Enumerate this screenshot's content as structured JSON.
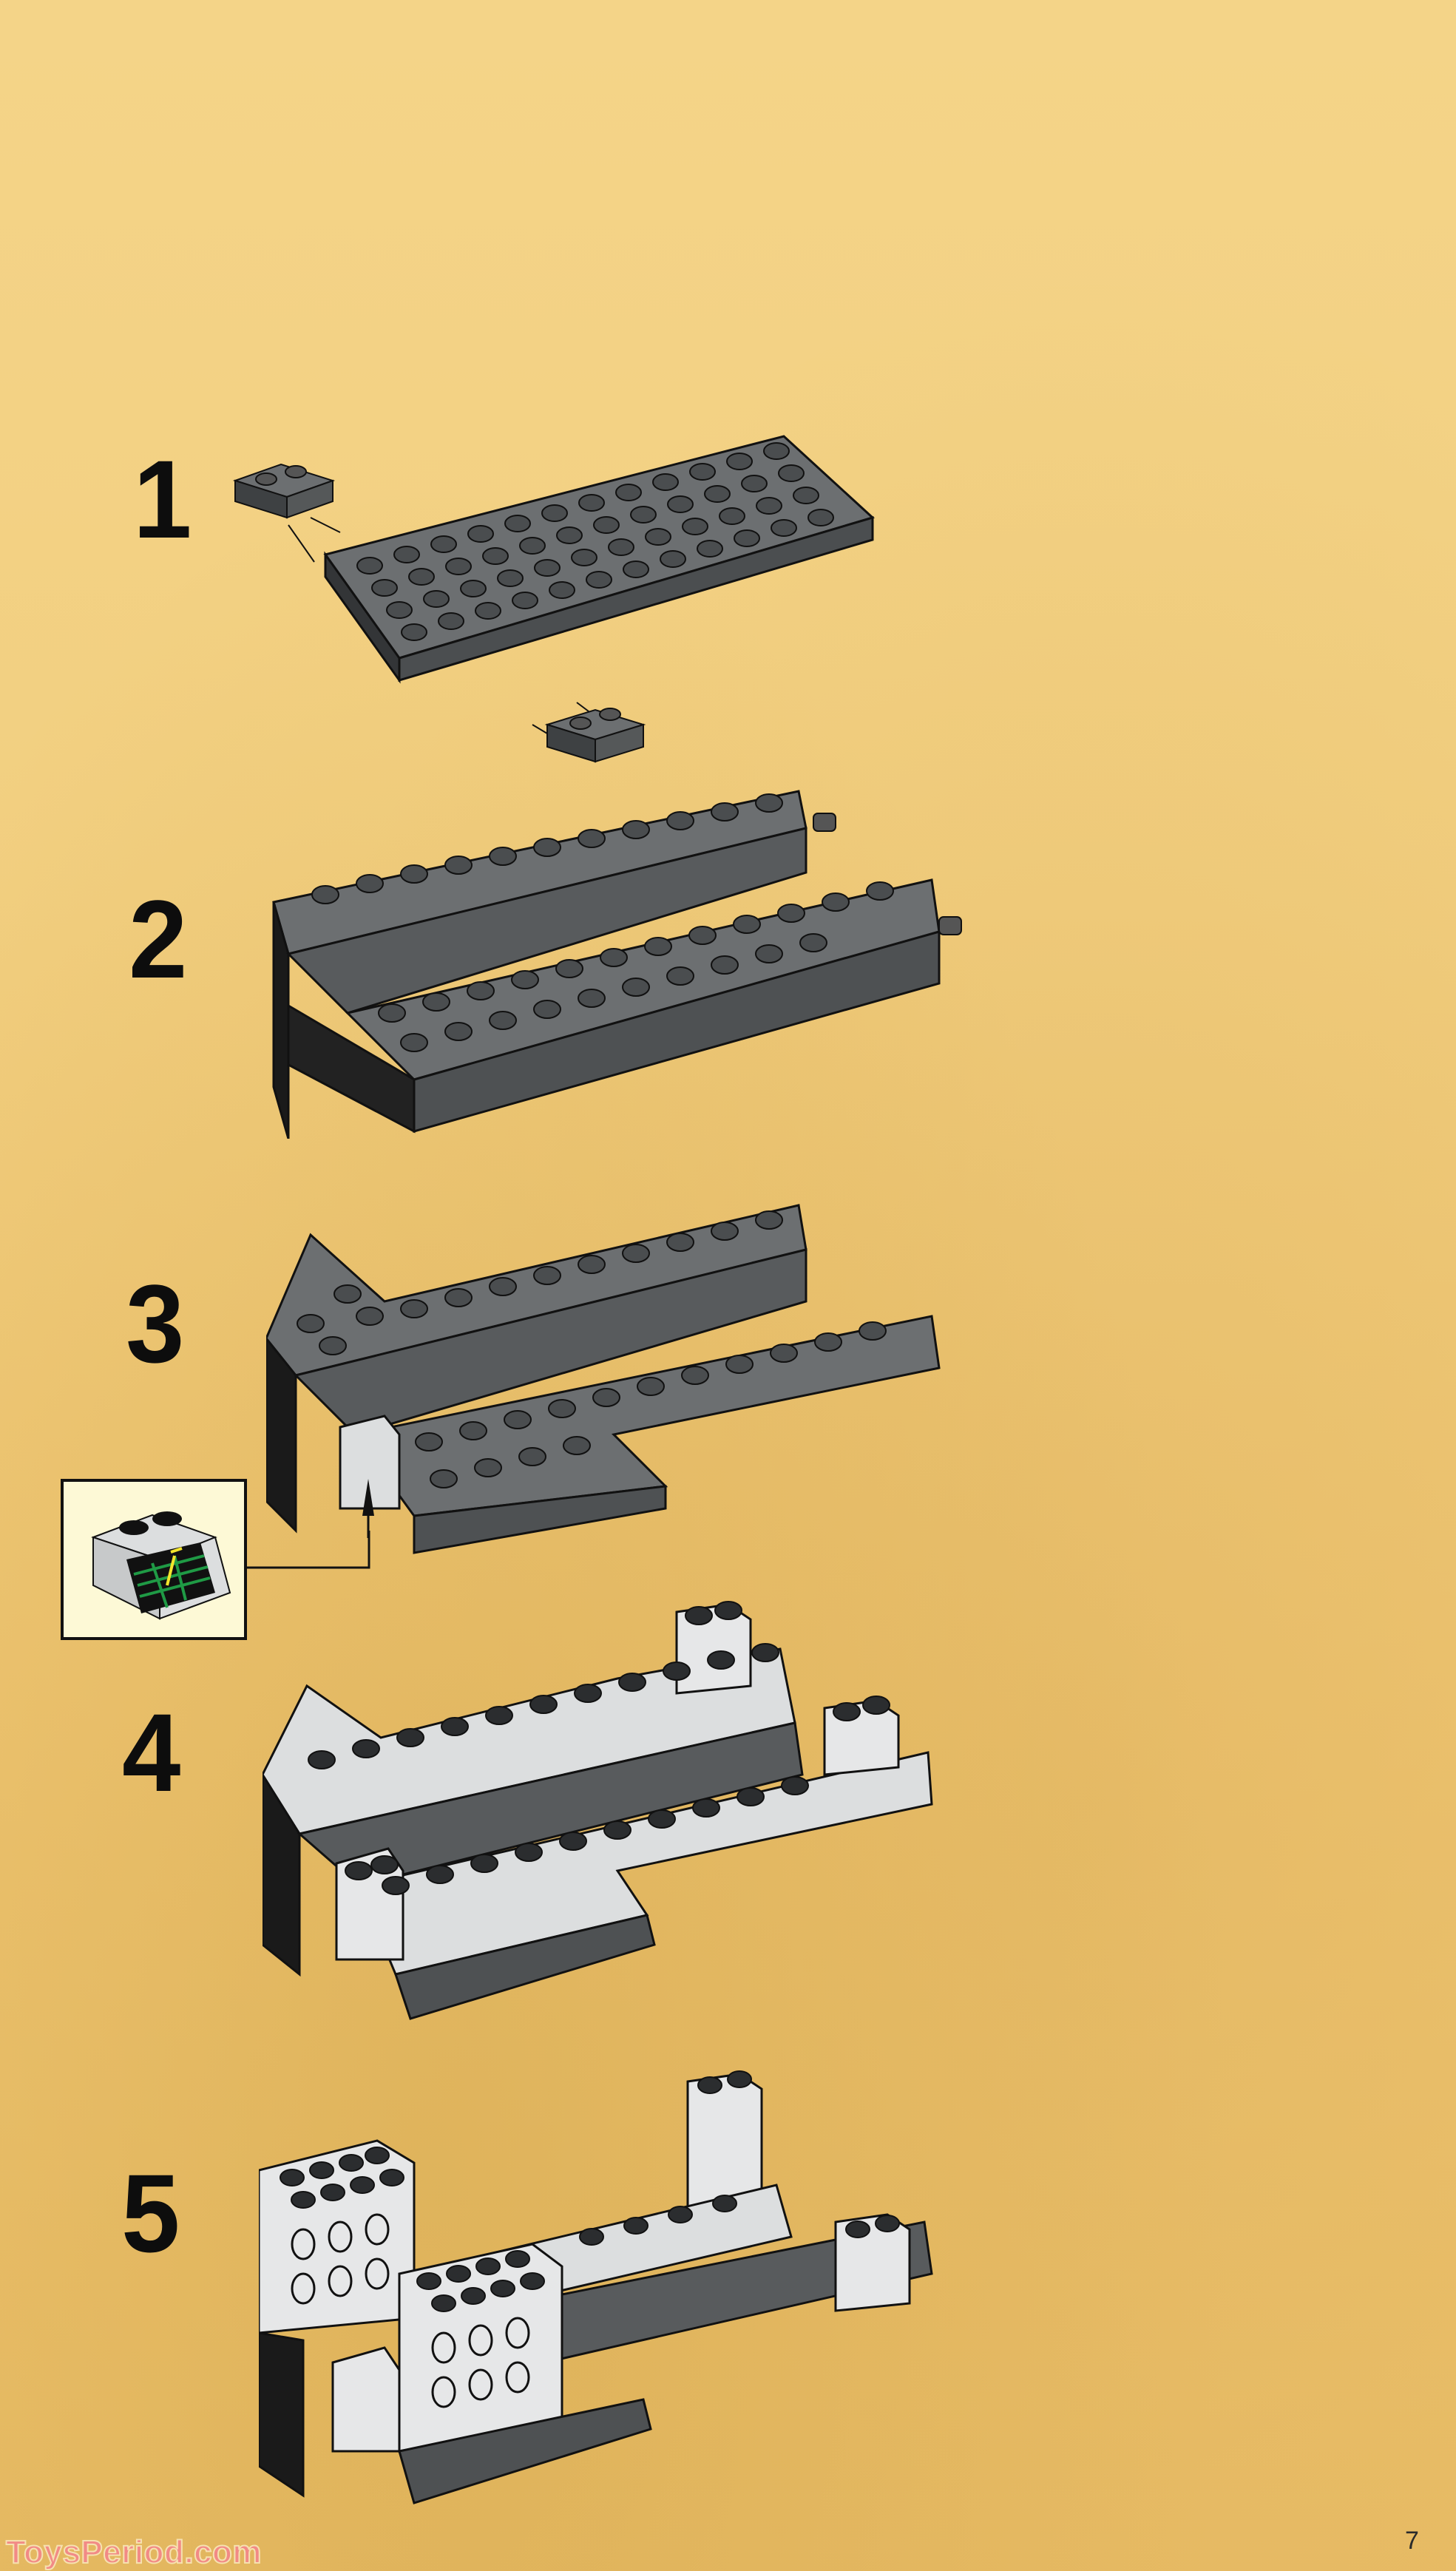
{
  "document": {
    "type": "building-instructions",
    "page_number": "7",
    "watermark": "ToysPeriod.com"
  },
  "colors": {
    "background": "#f1cd7e",
    "dark_gray_brick": "#5c5f61",
    "dark_gray_top": "#6c6f71",
    "light_gray_brick": "#dcdedf",
    "outline": "#111111",
    "callout_bg": "#fdf9d6",
    "screen_green": "#1f9a45",
    "screen_yellow": "#f3e52c",
    "watermark": "#f28a86"
  },
  "steps": [
    {
      "number": "1",
      "description": "Dark gray 6x12 plate with two 1x2 plates attached at corners"
    },
    {
      "number": "2",
      "description": "Dark gray bricks and 1x2 technic bricks with axle pins forming base rails"
    },
    {
      "number": "3",
      "description": "Dark gray wedge plates added; light gray 1x2 brick placed"
    },
    {
      "number": "4",
      "description": "Light gray plates and 1x2x2 bricks added on top"
    },
    {
      "number": "5",
      "description": "Two light gray 2x4x3 technic bricks with holes and extra 1x2 bricks added"
    }
  ],
  "callout": {
    "part": "Light gray 2x2 slope with computer screen print",
    "target_step": "3"
  }
}
